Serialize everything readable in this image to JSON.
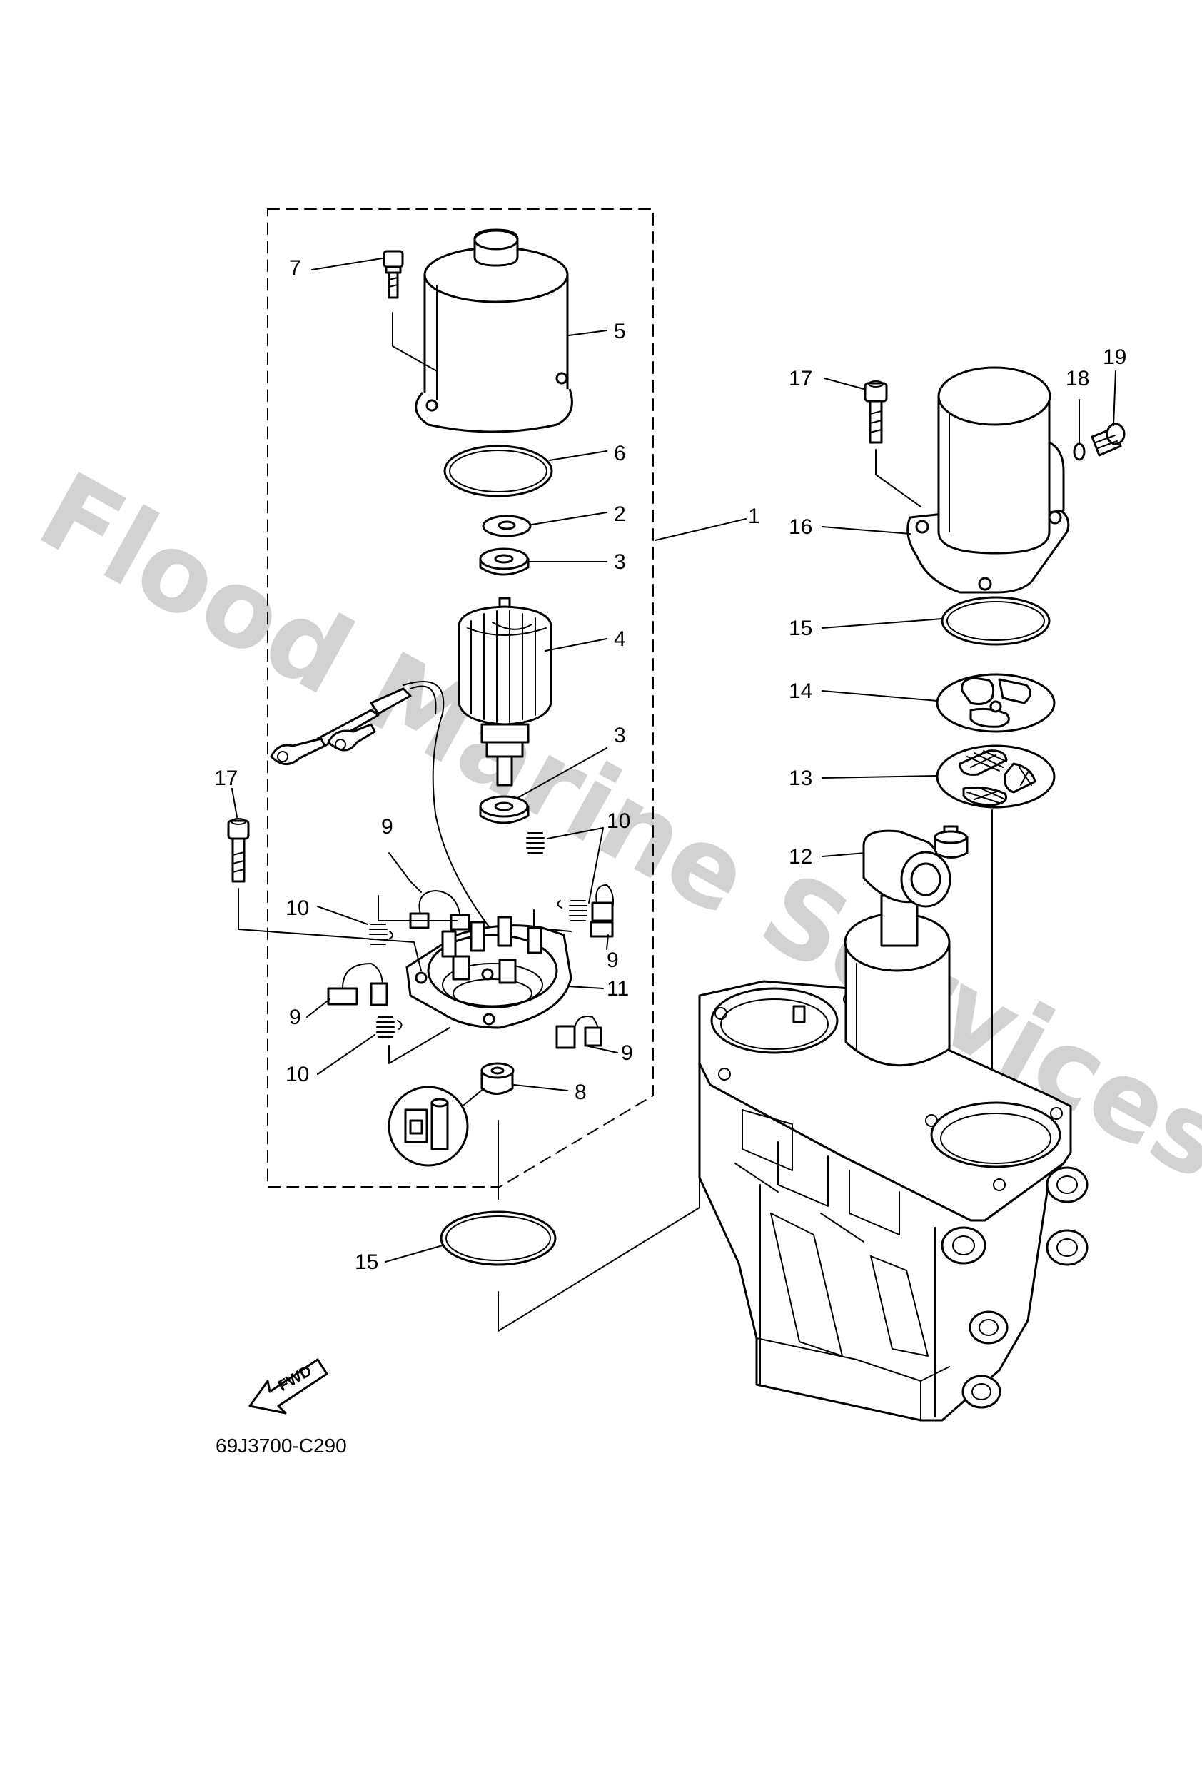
{
  "watermark": "Flood Marine Services",
  "diagram_code": "69J3700-C290",
  "fwd_label": "FWD",
  "callouts": {
    "c1": "1",
    "c2": "2",
    "c3a": "3",
    "c3b": "3",
    "c4": "4",
    "c5": "5",
    "c6": "6",
    "c7": "7",
    "c8": "8",
    "c9a": "9",
    "c9b": "9",
    "c9c": "9",
    "c9d": "9",
    "c10a": "10",
    "c10b": "10",
    "c10c": "10",
    "c11": "11",
    "c12": "12",
    "c13": "13",
    "c14": "14",
    "c15a": "15",
    "c15b": "15",
    "c16": "16",
    "c17a": "17",
    "c17b": "17",
    "c18": "18",
    "c19": "19"
  }
}
